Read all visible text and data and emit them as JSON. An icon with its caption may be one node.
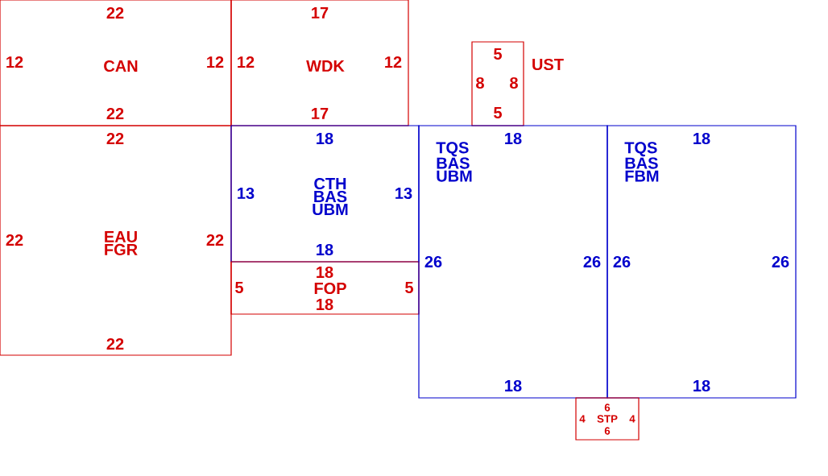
{
  "diagram": {
    "nodes": [
      {
        "text": [
          "CAN",
          "22",
          "22",
          "12",
          "12"
        ]
      },
      {
        "text": [
          "WDK",
          "17",
          "17",
          "12",
          "12"
        ]
      },
      {
        "text": [
          "UST",
          "5",
          "5",
          "8",
          "8"
        ]
      },
      {
        "text": [
          "EAU FGR",
          "22",
          "22",
          "22",
          "22"
        ]
      },
      {
        "text": [
          "CTH BAS UBM",
          "18",
          "18",
          "13",
          "13"
        ]
      },
      {
        "text": [
          "FOP",
          "18",
          "18",
          "5",
          "5"
        ]
      },
      {
        "text": [
          "TQS BAS UBM",
          "18",
          "18",
          "26",
          "26"
        ]
      },
      {
        "text": [
          "TQS BAS FBM",
          "18",
          "18",
          "26",
          "26"
        ]
      },
      {
        "text": [
          "STP",
          "6",
          "6",
          "4",
          "4"
        ]
      }
    ]
  }
}
